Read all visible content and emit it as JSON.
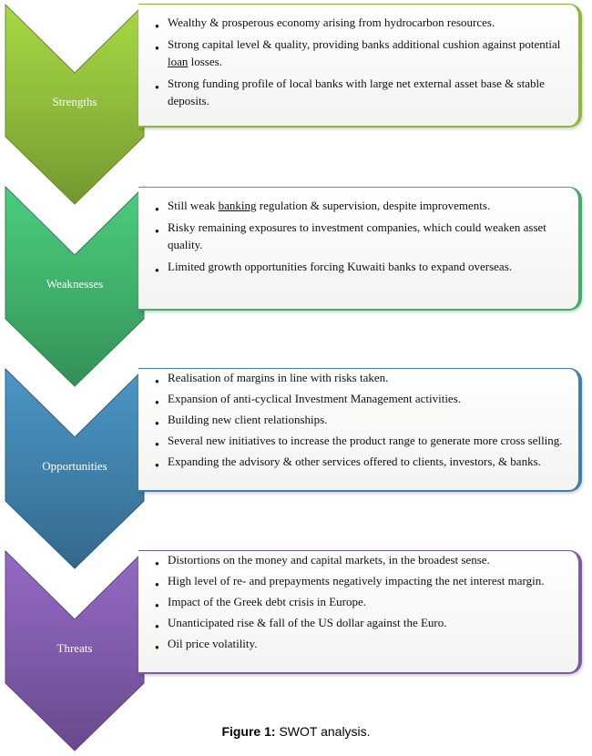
{
  "sections": [
    {
      "label": "Strengths",
      "color": "#8db83a",
      "items": [
        {
          "pre": "Wealthy & prosperous economy arising from hydrocarbon resources.",
          "u": "",
          "post": ""
        },
        {
          "pre": "Strong capital level & quality, providing banks additional cushion against potential ",
          "u": "loan",
          "post": " losses."
        },
        {
          "pre": "Strong funding profile of local banks with large net external asset base & stable deposits.",
          "u": "",
          "post": ""
        }
      ]
    },
    {
      "label": "Weaknesses",
      "color": "#3fae6a",
      "items": [
        {
          "pre": "Still weak ",
          "u": "banking",
          "post": " regulation & supervision, despite improvements."
        },
        {
          "pre": "Risky remaining exposures to investment companies, which could weaken asset quality.",
          "u": "",
          "post": ""
        },
        {
          "pre": "Limited growth opportunities forcing Kuwaiti banks to expand overseas.",
          "u": "",
          "post": ""
        }
      ]
    },
    {
      "label": "Opportunities",
      "color": "#3f7fa8",
      "items": [
        {
          "pre": "Realisation of margins in line with risks taken.",
          "u": "",
          "post": ""
        },
        {
          "pre": "Expansion of anti-cyclical Investment Management activities.",
          "u": "",
          "post": ""
        },
        {
          "pre": "Building new client relationships.",
          "u": "",
          "post": ""
        },
        {
          "pre": "Several new initiatives to increase the product range to generate more cross selling.",
          "u": "",
          "post": ""
        },
        {
          "pre": "Expanding the advisory & other services offered to clients, investors, & banks.",
          "u": "",
          "post": ""
        }
      ]
    },
    {
      "label": "Threats",
      "color": "#7d5aa8",
      "items": [
        {
          "pre": "Distortions on the money and capital markets, in the broadest sense.",
          "u": "",
          "post": ""
        },
        {
          "pre": "High level of re- and prepayments negatively impacting the net interest margin.",
          "u": "",
          "post": ""
        },
        {
          "pre": "Impact of the Greek debt crisis in Europe.",
          "u": "",
          "post": ""
        },
        {
          "pre": "Unanticipated rise & fall of the US dollar against the Euro.",
          "u": "",
          "post": ""
        },
        {
          "pre": "Oil price volatility.",
          "u": "",
          "post": ""
        }
      ]
    }
  ],
  "caption": {
    "bold": "Figure 1:",
    "text": " SWOT analysis."
  }
}
